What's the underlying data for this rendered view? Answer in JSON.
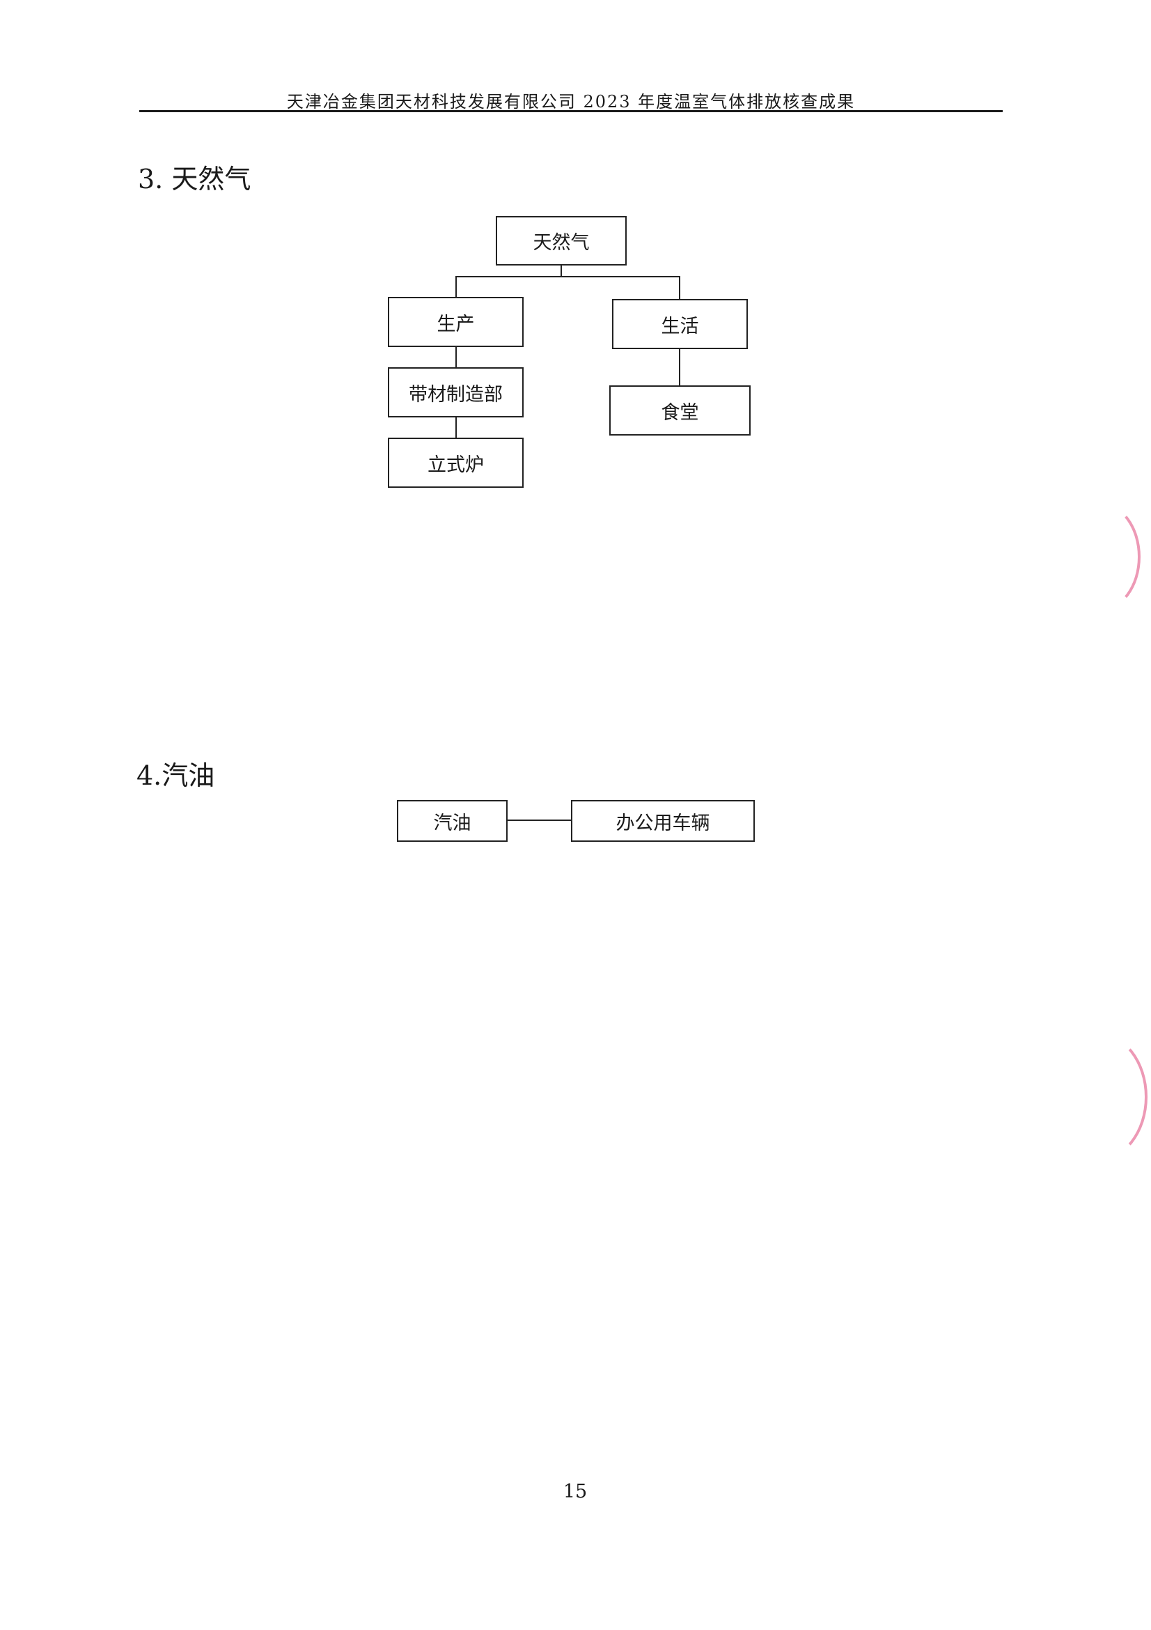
{
  "header": {
    "title": "天津冶金集团天材科技发展有限公司 2023 年度温室气体排放核查成果"
  },
  "sections": [
    {
      "heading": "3. 天然气",
      "tree": {
        "root": "天然气",
        "production": "生产",
        "production_dept": "带材制造部",
        "production_equipment": "立式炉",
        "living": "生活",
        "living_site": "食堂"
      }
    },
    {
      "heading": "4.汽油",
      "flow": {
        "source": "汽油",
        "target": "办公用车辆"
      }
    }
  ],
  "page_number": "15"
}
